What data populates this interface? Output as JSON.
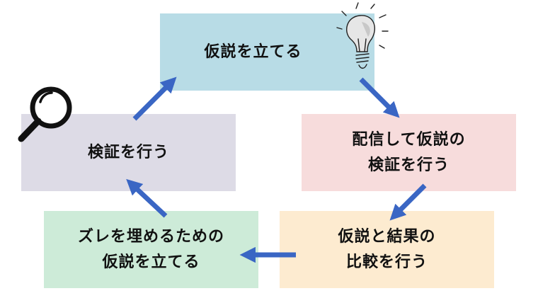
{
  "steps": {
    "hypothesis": {
      "lines": [
        "仮説を立てる"
      ],
      "color": "#b8dce6"
    },
    "verify_delivery": {
      "lines": [
        "配信して仮説の",
        "検証を行う"
      ],
      "color": "#f7dcdc"
    },
    "compare": {
      "lines": [
        "仮説と結果の",
        "比較を行う"
      ],
      "color": "#fdebd0"
    },
    "gap": {
      "lines": [
        "ズレを埋めるための",
        "仮説を立てる"
      ],
      "color": "#cdebd8"
    },
    "verify": {
      "lines": [
        "検証を行う"
      ],
      "color": "#dddbe6"
    }
  },
  "arrow_color": "#3a66c4",
  "icons": {
    "bulb": "light-bulb-icon",
    "magnifier": "magnifying-glass-icon"
  }
}
